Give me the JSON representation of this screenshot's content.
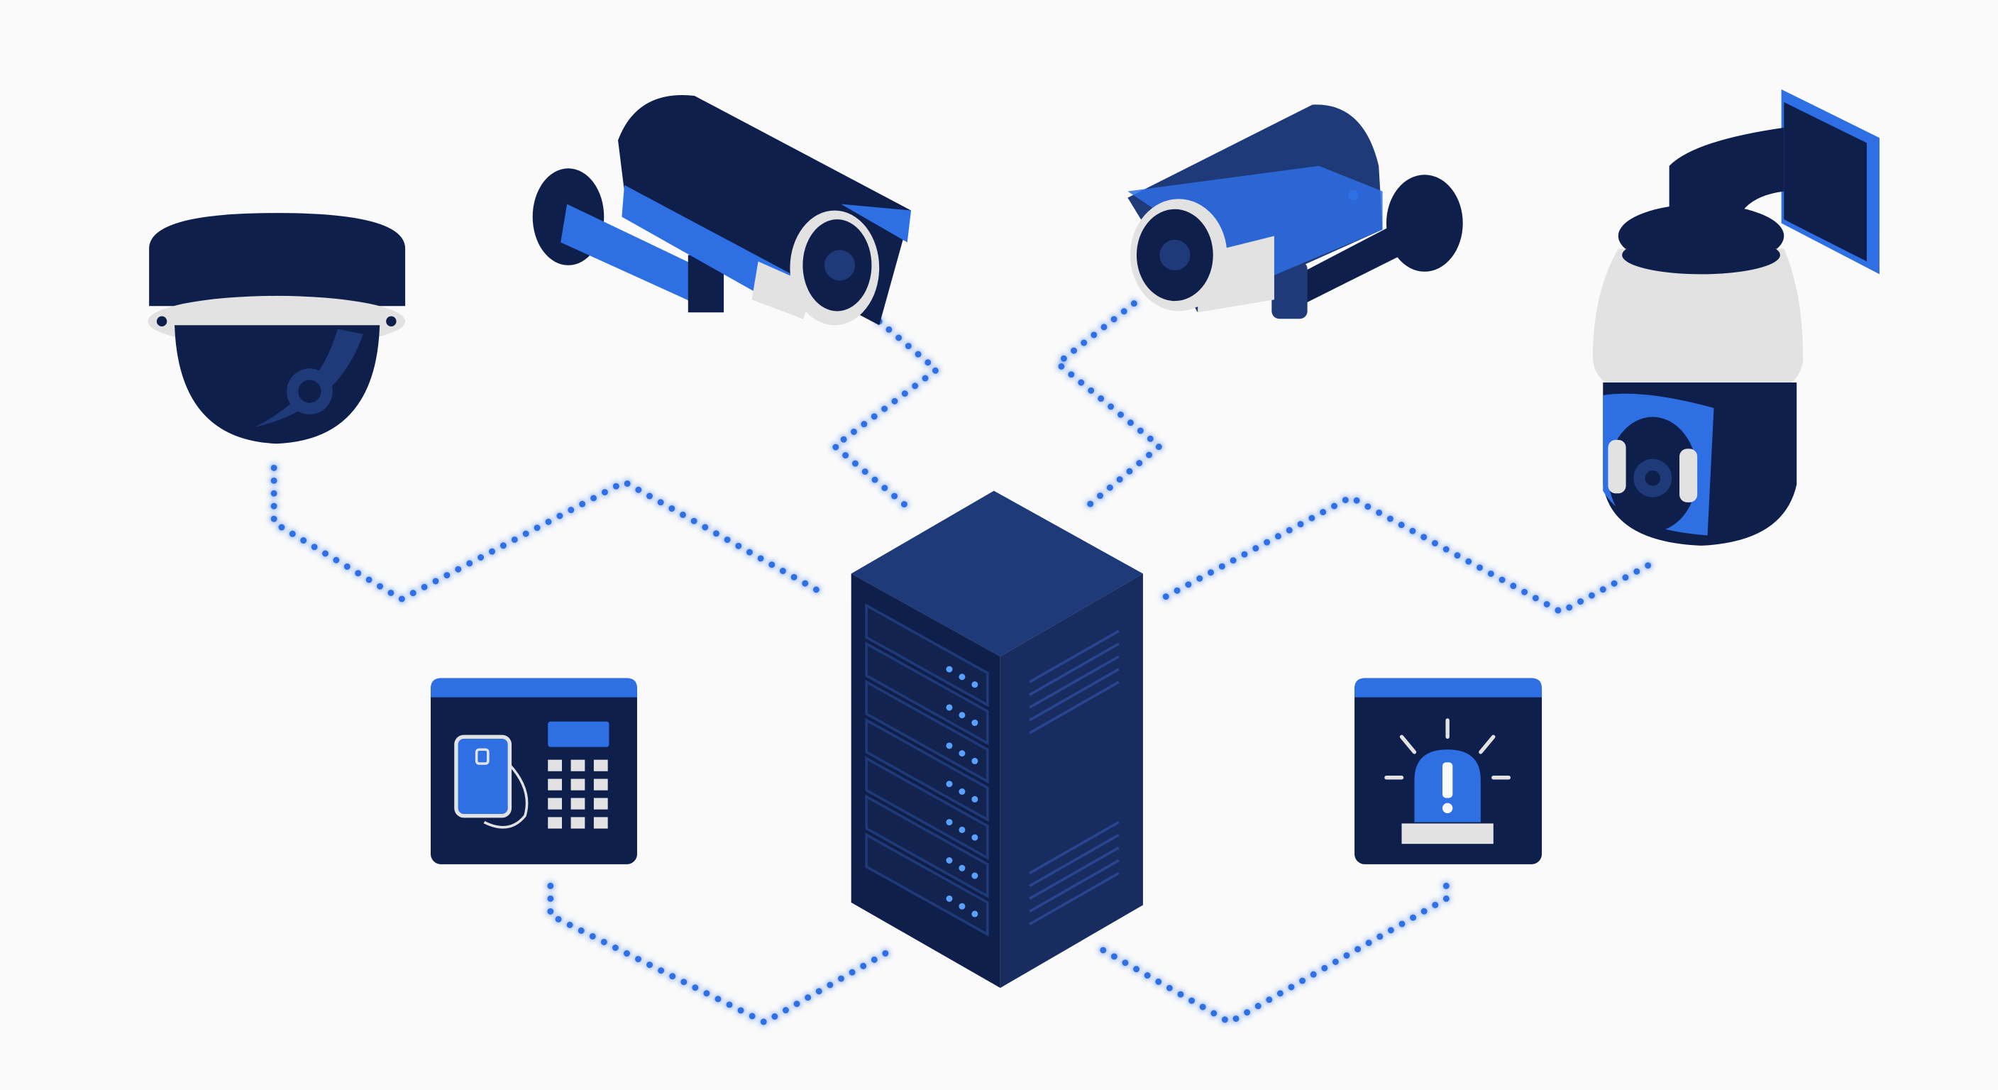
{
  "colors": {
    "background": "#fafafa",
    "navy": "#0f1f4b",
    "navy_mid": "#1f3a78",
    "blue": "#2f6fe4",
    "light_gray": "#e2e2e2",
    "link": "#2f6fe4"
  },
  "nodes": [
    {
      "id": "dome-camera",
      "icon": "dome-camera-icon"
    },
    {
      "id": "bullet-camera-left",
      "icon": "bullet-camera-icon"
    },
    {
      "id": "bullet-camera-right",
      "icon": "bullet-camera-icon"
    },
    {
      "id": "ptz-camera",
      "icon": "ptz-camera-icon"
    },
    {
      "id": "server-rack",
      "icon": "server-icon"
    },
    {
      "id": "access-control-panel",
      "icon": "keypad-card-reader-icon"
    },
    {
      "id": "alarm-panel",
      "icon": "alarm-siren-icon"
    }
  ],
  "connections": [
    {
      "from": "dome-camera",
      "to": "server-rack",
      "style": "dotted"
    },
    {
      "from": "bullet-camera-left",
      "to": "server-rack",
      "style": "dotted"
    },
    {
      "from": "bullet-camera-right",
      "to": "server-rack",
      "style": "dotted"
    },
    {
      "from": "ptz-camera",
      "to": "server-rack",
      "style": "dotted"
    },
    {
      "from": "access-control-panel",
      "to": "server-rack",
      "style": "dotted"
    },
    {
      "from": "alarm-panel",
      "to": "server-rack",
      "style": "dotted"
    }
  ]
}
